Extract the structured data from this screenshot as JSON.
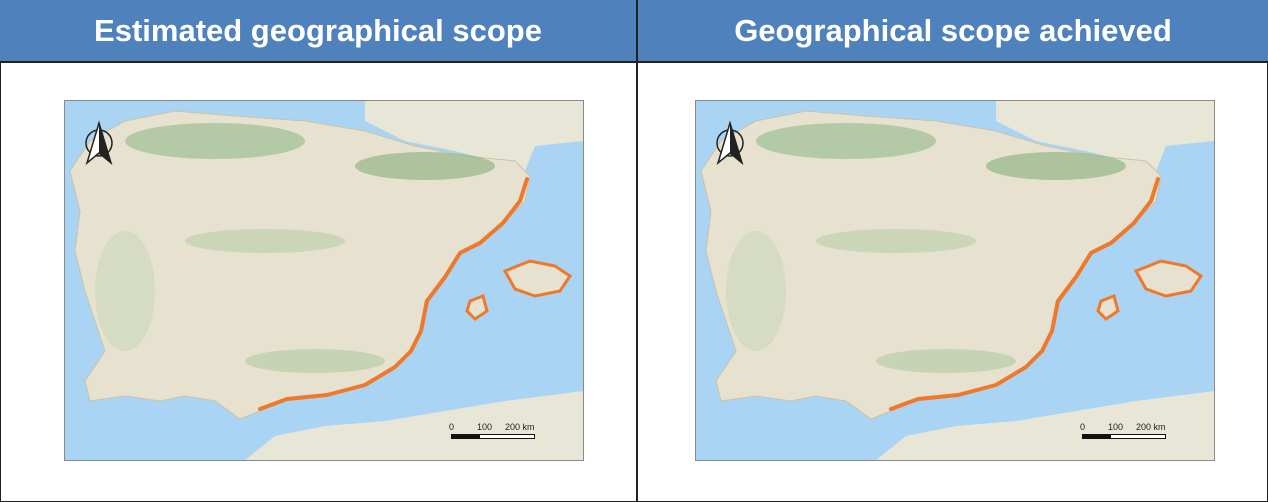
{
  "panels": [
    {
      "title": "Estimated geographical scope"
    },
    {
      "title": "Geographical scope achieved"
    }
  ],
  "scale_bar": {
    "labels": [
      "0",
      "100",
      "200 km"
    ]
  },
  "map": {
    "north_arrow": "north-arrow-icon",
    "highlight_color": "#f0782a",
    "sea_color": "#a9d4f3",
    "land_color": "#e6e2cf"
  }
}
